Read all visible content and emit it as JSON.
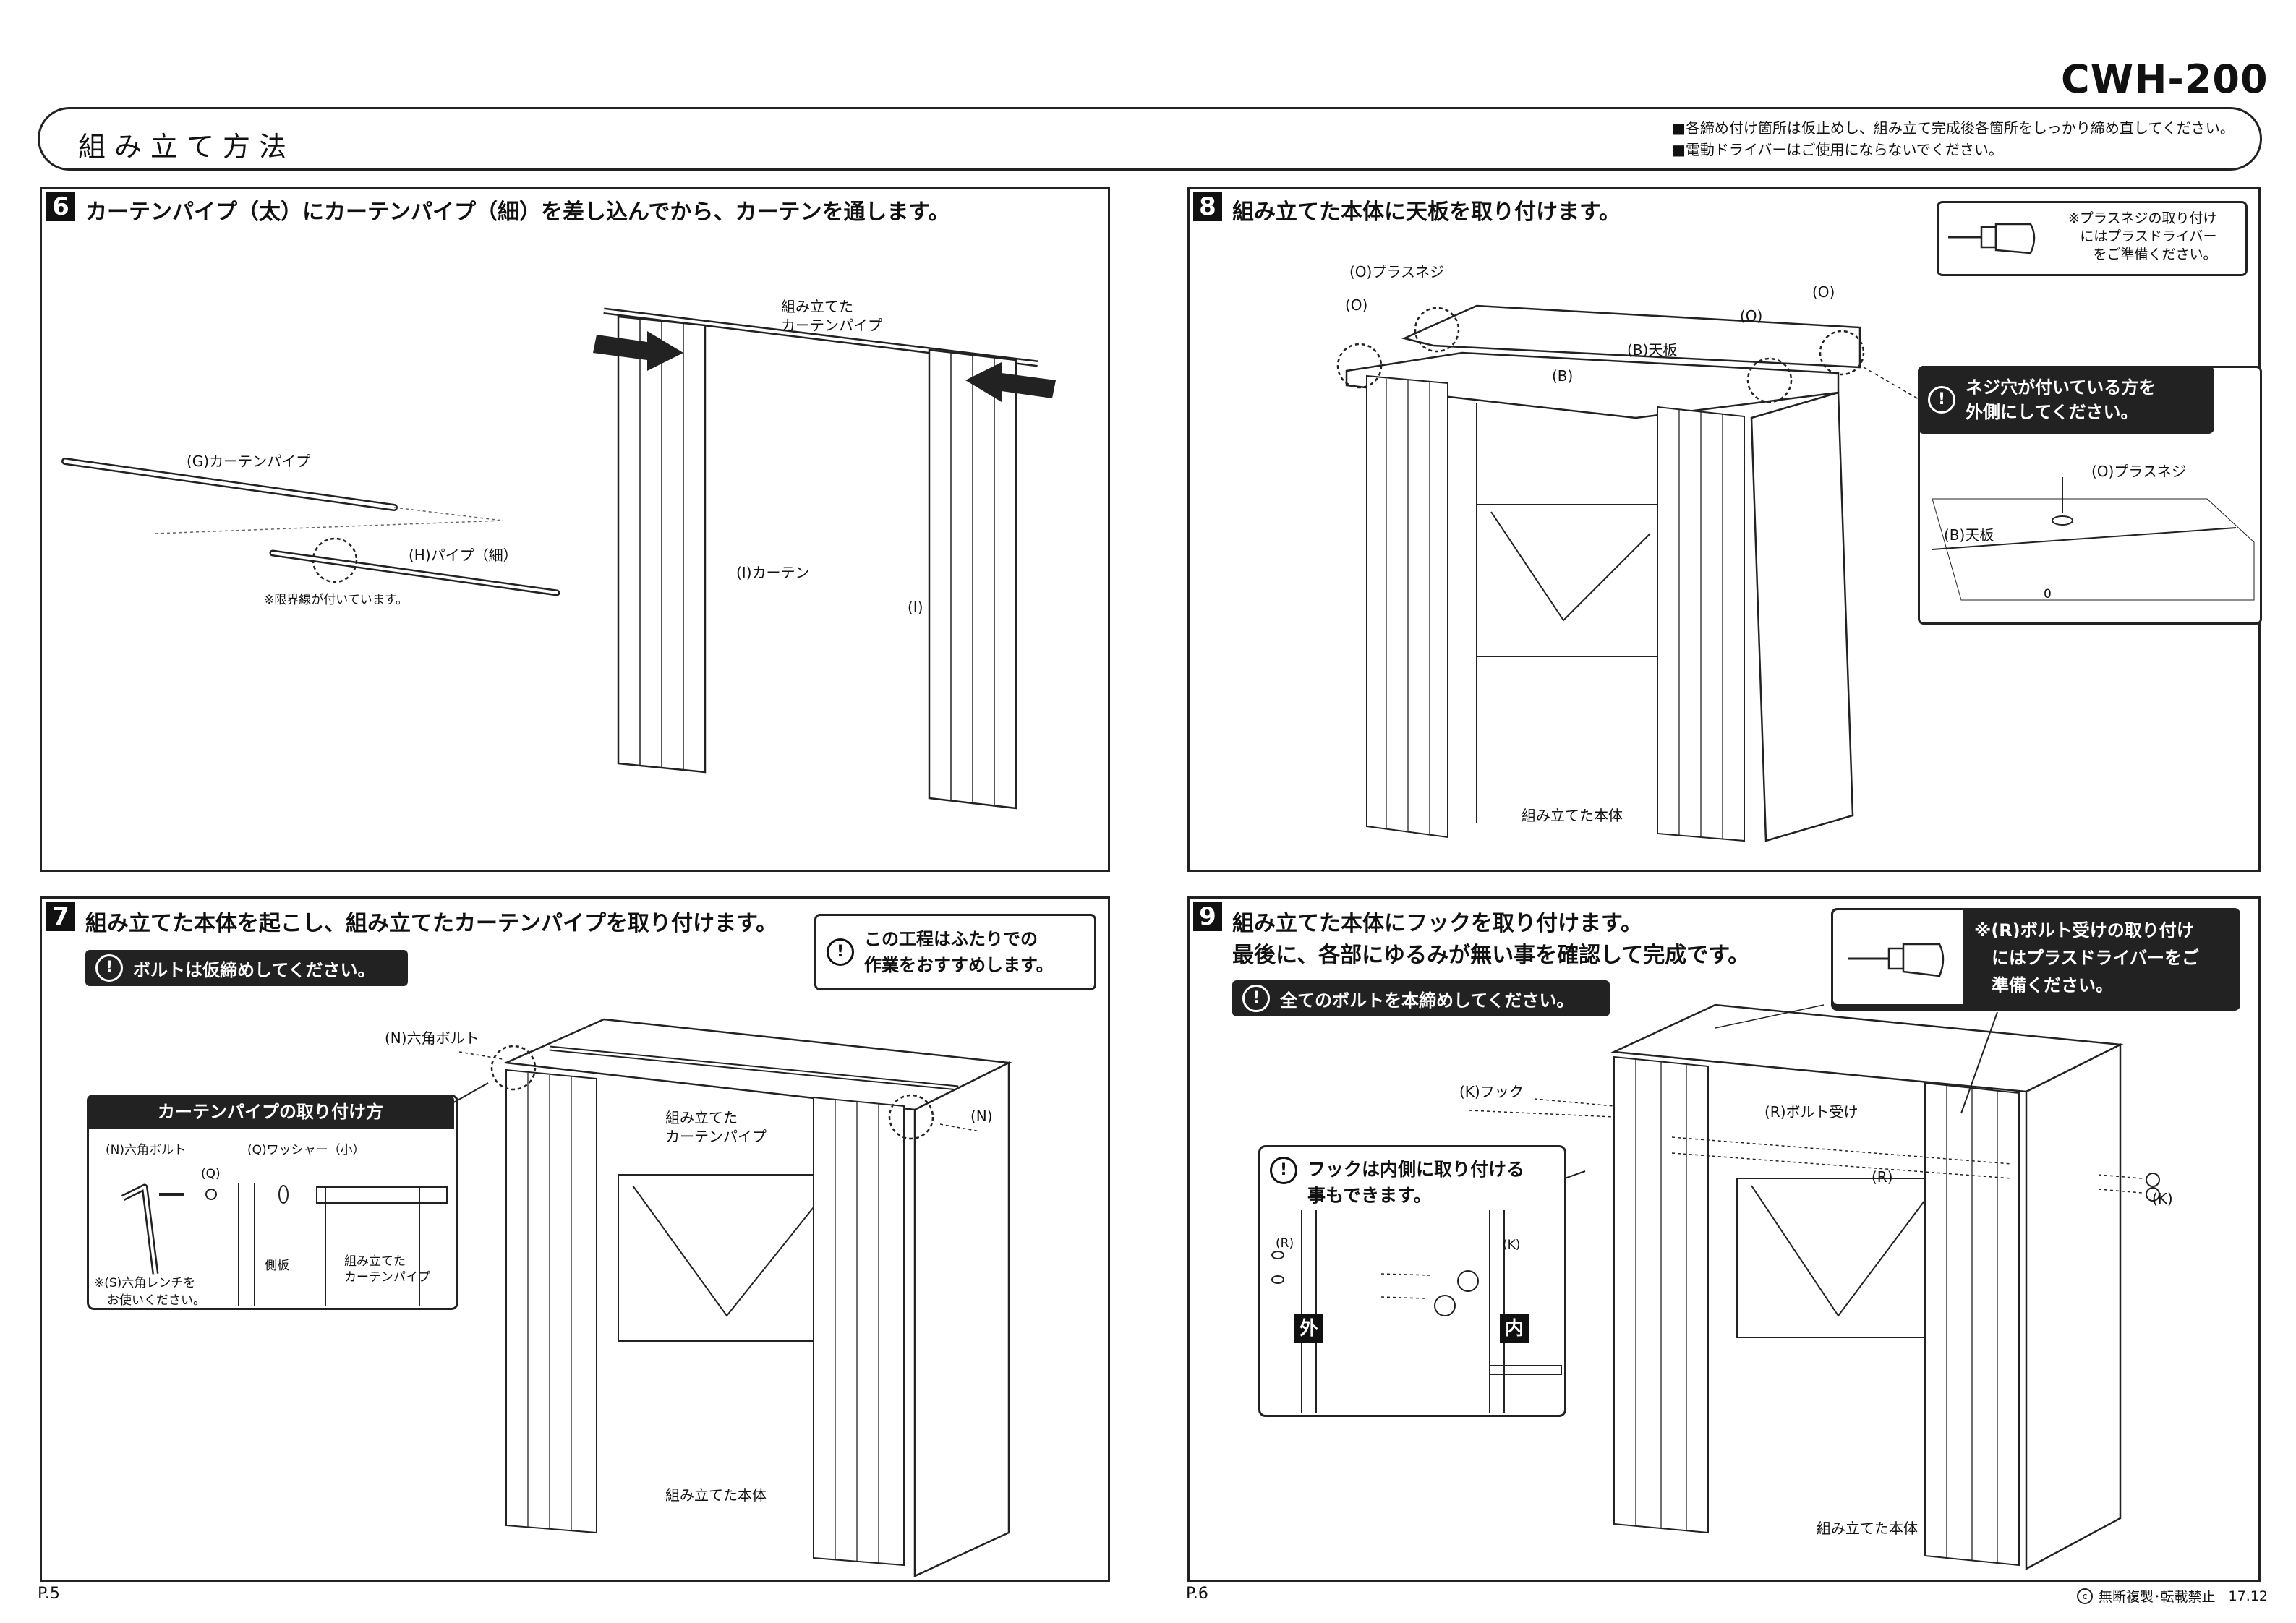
{
  "header": {
    "model": "CWH-200",
    "title": "組み立て方法",
    "notes": [
      "■各締め付け箇所は仮止めし、組み立て完成後各箇所をしっかり締め直してください。",
      "■電動ドライバーはご使用にならないでください。"
    ]
  },
  "step6": {
    "number": "6",
    "title": "カーテンパイプ（太）にカーテンパイプ（細）を差し込んでから、カーテンを通します。",
    "labels": {
      "pipe_g": "(G)カーテンパイプ",
      "pipe_h": "(H)パイプ（細）",
      "limit": "※限界線が付いています。",
      "assembled_pipe_1": "組み立てた",
      "assembled_pipe_2": "カーテンパイプ",
      "curtain": "(I)カーテン",
      "curtain_i": "(I)"
    }
  },
  "step7": {
    "number": "7",
    "title": "組み立てた本体を起こし、組み立てたカーテンパイプを取り付けます。",
    "warning": "ボルトは仮締めしてください。",
    "note_1": "この工程はふたりでの",
    "note_2": "作業をおすすめします。",
    "inset_title": "カーテンパイプの取り付け方",
    "labels": {
      "bolt_n": "(N)六角ボルト",
      "bolt_n2": "(N)六角ボルト",
      "washer": "(Q)ワッシャー（小）",
      "q": "(Q)",
      "wrench_1": "※(S)六角レンチを",
      "wrench_2": "お使いください。",
      "side_panel": "側板",
      "asm_pipe_1": "組み立てた",
      "asm_pipe_2": "カーテンパイプ",
      "main_pipe_1": "組み立てた",
      "main_pipe_2": "カーテンパイプ",
      "n": "(N)",
      "body": "組み立てた本体"
    }
  },
  "step8": {
    "number": "8",
    "title": "組み立てた本体に天板を取り付けます。",
    "note_1": "※プラスネジの取り付け",
    "note_2": "にはプラスドライバー",
    "note_3": "をご準備ください。",
    "warning_1": "ネジ穴が付いている方を",
    "warning_2": "外側にしてください。",
    "labels": {
      "screw_top": "(O)プラスネジ",
      "o1": "(O)",
      "o2": "(O)",
      "o3": "(O)",
      "board": "(B)天板",
      "b": "(B)",
      "inset_screw": "(O)プラスネジ",
      "inset_board": "(B)天板",
      "inset_zero": "0",
      "body": "組み立てた本体"
    }
  },
  "step9": {
    "number": "9",
    "title_1": "組み立てた本体にフックを取り付けます。",
    "title_2": "最後に、各部にゆるみが無い事を確認して完成です。",
    "warning": "全てのボルトを本締めしてください。",
    "note_1": "※(R)ボルト受けの取り付け",
    "note_2": "にはプラスドライバーをご",
    "note_3": "準備ください。",
    "inset_1": "フックは内側に取り付ける",
    "inset_2": "事もできます。",
    "outside": "外",
    "inside": "内",
    "labels": {
      "hook": "(K)フック",
      "bolt_r": "(R)ボルト受け",
      "r1": "(R)",
      "r2": "(R)",
      "k1": "(K)",
      "k2": "(K)",
      "body": "組み立てた本体"
    }
  },
  "footer": {
    "page_left": "P.5",
    "page_right": "P.6",
    "copyright": "無断複製･転載禁止",
    "date": "17.12"
  }
}
